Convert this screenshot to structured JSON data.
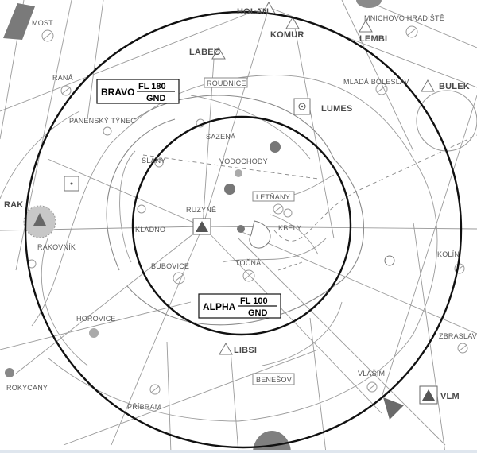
{
  "map": {
    "zones": {
      "bravo": {
        "name": "BRAVO",
        "upper": "FL 180",
        "lower": "GND"
      },
      "alpha": {
        "name": "ALPHA",
        "upper": "FL 100",
        "lower": "GND"
      }
    },
    "places": {
      "most": "MOST",
      "holan": "HOLAN",
      "mnichovo": "MNICHOVO HRADIŠTĚ",
      "komur": "KOMUR",
      "lembi": "LEMBI",
      "labeg": "LABEG",
      "rana": "RANÁ",
      "roudnice": "ROUDNICE",
      "mlada": "MLADÁ BOLESLAV",
      "bulek": "BULEK",
      "lumes": "LUMES",
      "panensky": "PANENSKÝ TÝNEC",
      "sazena": "SAZENÁ",
      "slany": "SLANÝ",
      "vodochody": "VODOCHODY",
      "letnany": "LETŇANY",
      "rak": "RAK",
      "ruzyne": "RUZYNĚ",
      "kladno": "KLADNO",
      "kbely": "KBELY",
      "rakovnik": "RAKOVNÍK",
      "bubovice": "BUBOVICE",
      "tocna": "TOČNÁ",
      "kolin": "KOLÍN",
      "horovice": "HOŘOVICE",
      "libsi": "LIBSI",
      "zbraslav": "ZBRASLAVICE",
      "benesov": "BENEŠOV",
      "vlasim": "VLAŠIM",
      "rokycany": "ROKYCANY",
      "vlm": "VLM",
      "pribram": "PŘÍBRAM"
    }
  }
}
